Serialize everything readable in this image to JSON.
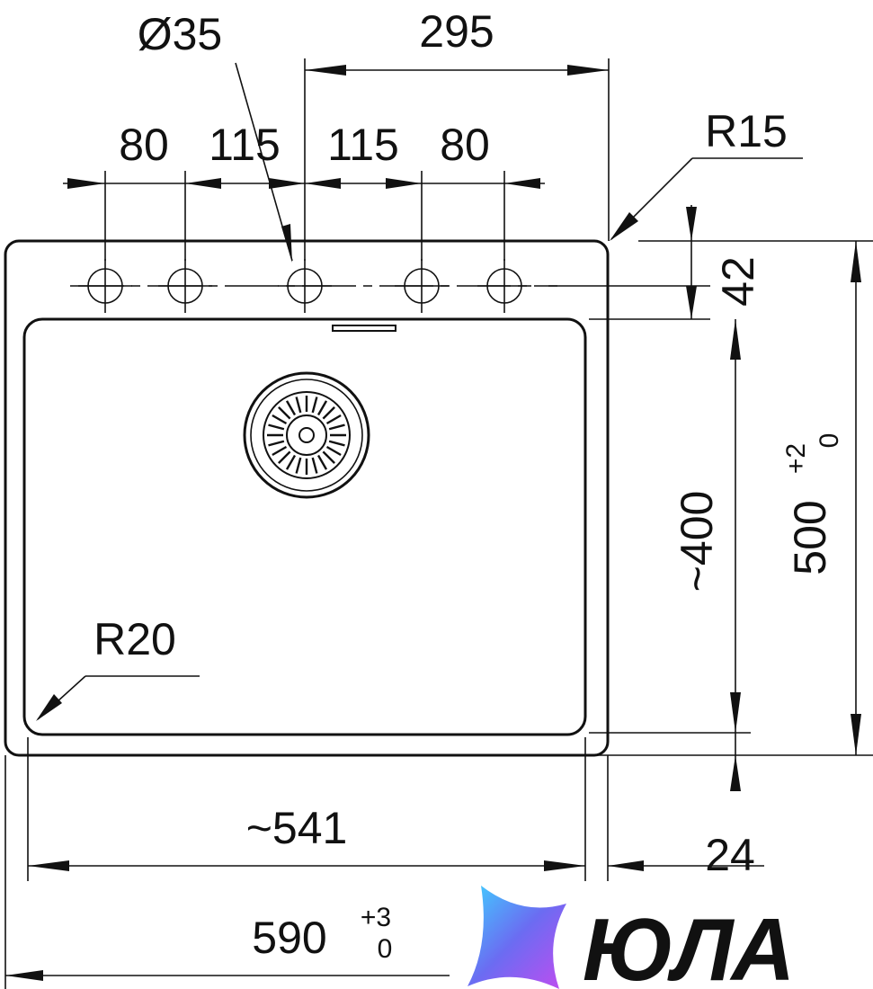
{
  "drawing": {
    "holes": {
      "diameter": "Ø35",
      "spacing": "295",
      "left_outer": "80",
      "left_inner": "115",
      "right_inner": "115",
      "right_outer": "80"
    },
    "corner_top_radius": "R15",
    "corner_bowl_radius": "R20",
    "edge_top": "42",
    "bowl_depth": "~400",
    "total_depth": "500",
    "total_depth_tol_upper": "+2",
    "total_depth_tol_lower": "0",
    "bowl_width": "~541",
    "edge_right": "24",
    "total_width": "590",
    "total_width_tol_upper": "+3",
    "total_width_tol_lower": "0"
  },
  "logo": {
    "wordmark": "ЮЛА",
    "colors": [
      "#3fd0ff",
      "#6b6cf2",
      "#c14cf0"
    ]
  }
}
